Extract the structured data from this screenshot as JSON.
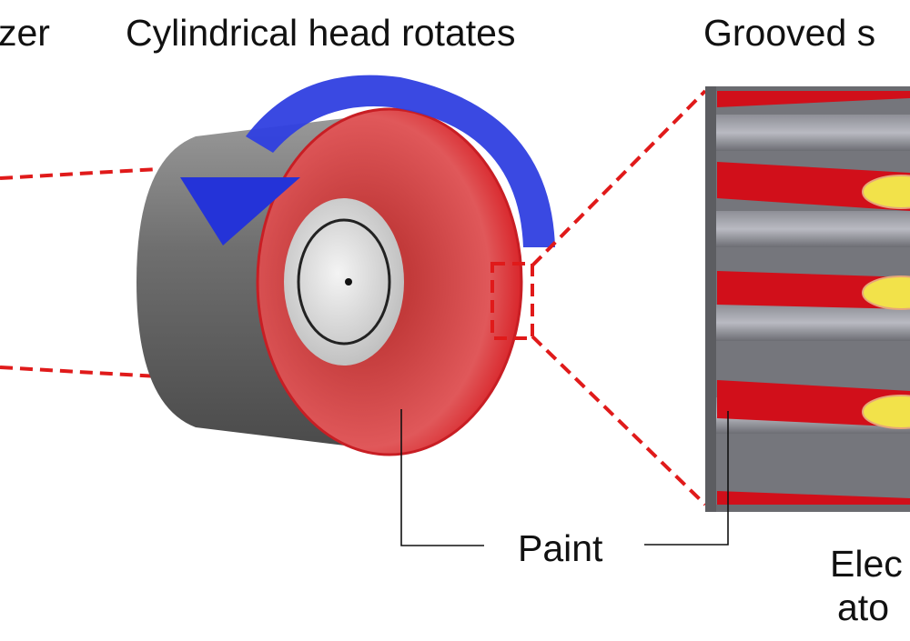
{
  "labels": {
    "left_cut": "zer",
    "title": "Cylindrical head rotates",
    "right_cut": "Grooved s",
    "paint": "Paint",
    "electro_line1": "Elec",
    "electro_line2": "ato"
  },
  "colors": {
    "paint_red": "#d9262b",
    "arrow_blue": "#2f3fe0",
    "dash_red": "#e01a1a",
    "metal_gray": "#7a7a7a"
  }
}
